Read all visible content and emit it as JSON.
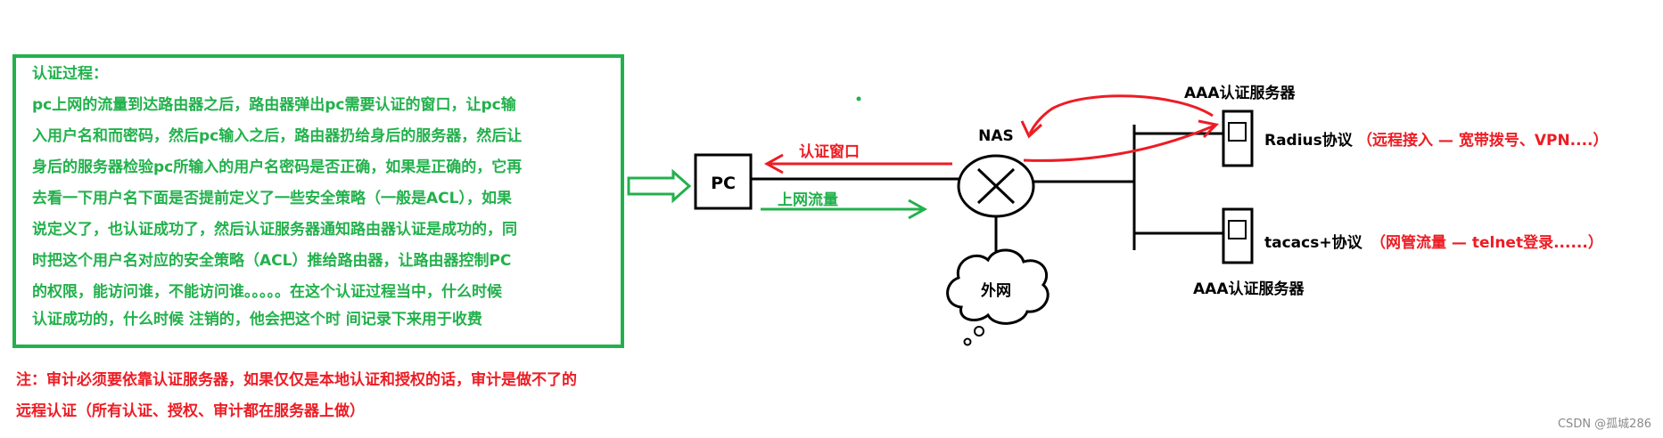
{
  "process_box": {
    "title": "认证过程：",
    "lines": [
      "pc上网的流量到达路由器之后，路由器弹出pc需要认证的窗口，让pc输",
      "入用户名和而密码，然后pc输入之后，路由器扔给身后的服务器，然后让",
      "身后的服务器检验pc所输入的用户名密码是否正确，如果是正确的，它再",
      "去看一下用户名下面是否提前定义了一些安全策略（一般是ACL），如果",
      "说定义了，也认证成功了，然后认证服务器通知路由器认证是成功的，同",
      "时把这个用户名对应的安全策略（ACL）推给路由器，让路由器控制PC",
      "的权限，能访问谁，不能访问谁。。。。。在这个认证过程当中，什么时候",
      " 认证成功的，什么时候  注销的，他会把这个时  间记录下来用于收费"
    ]
  },
  "note": {
    "line1": "注：审计必须要依靠认证服务器，如果仅仅是本地认证和授权的话，审计是做不了的",
    "line2": "远程认证（所有认证、授权、审计都在服务器上做）"
  },
  "diagram": {
    "pc_label": "PC",
    "nas_label": "NAS",
    "cloud_label": "外网",
    "auth_window_label": "认证窗口",
    "traffic_label": "上网流量",
    "server_top_title": "AAA认证服务器",
    "server_bottom_title": "AAA认证服务器",
    "radius_label": "Radius协议",
    "radius_note": "（远程接入 — 宽带拨号、VPN....）",
    "tacacs_label": "tacacs+协议",
    "tacacs_note": "（网管流量 — telnet登录......）"
  },
  "watermark": "CSDN @孤城286",
  "colors": {
    "green": "#22b14c",
    "red": "#ed1c24",
    "black": "#000000",
    "gray": "#8a8a8a"
  }
}
